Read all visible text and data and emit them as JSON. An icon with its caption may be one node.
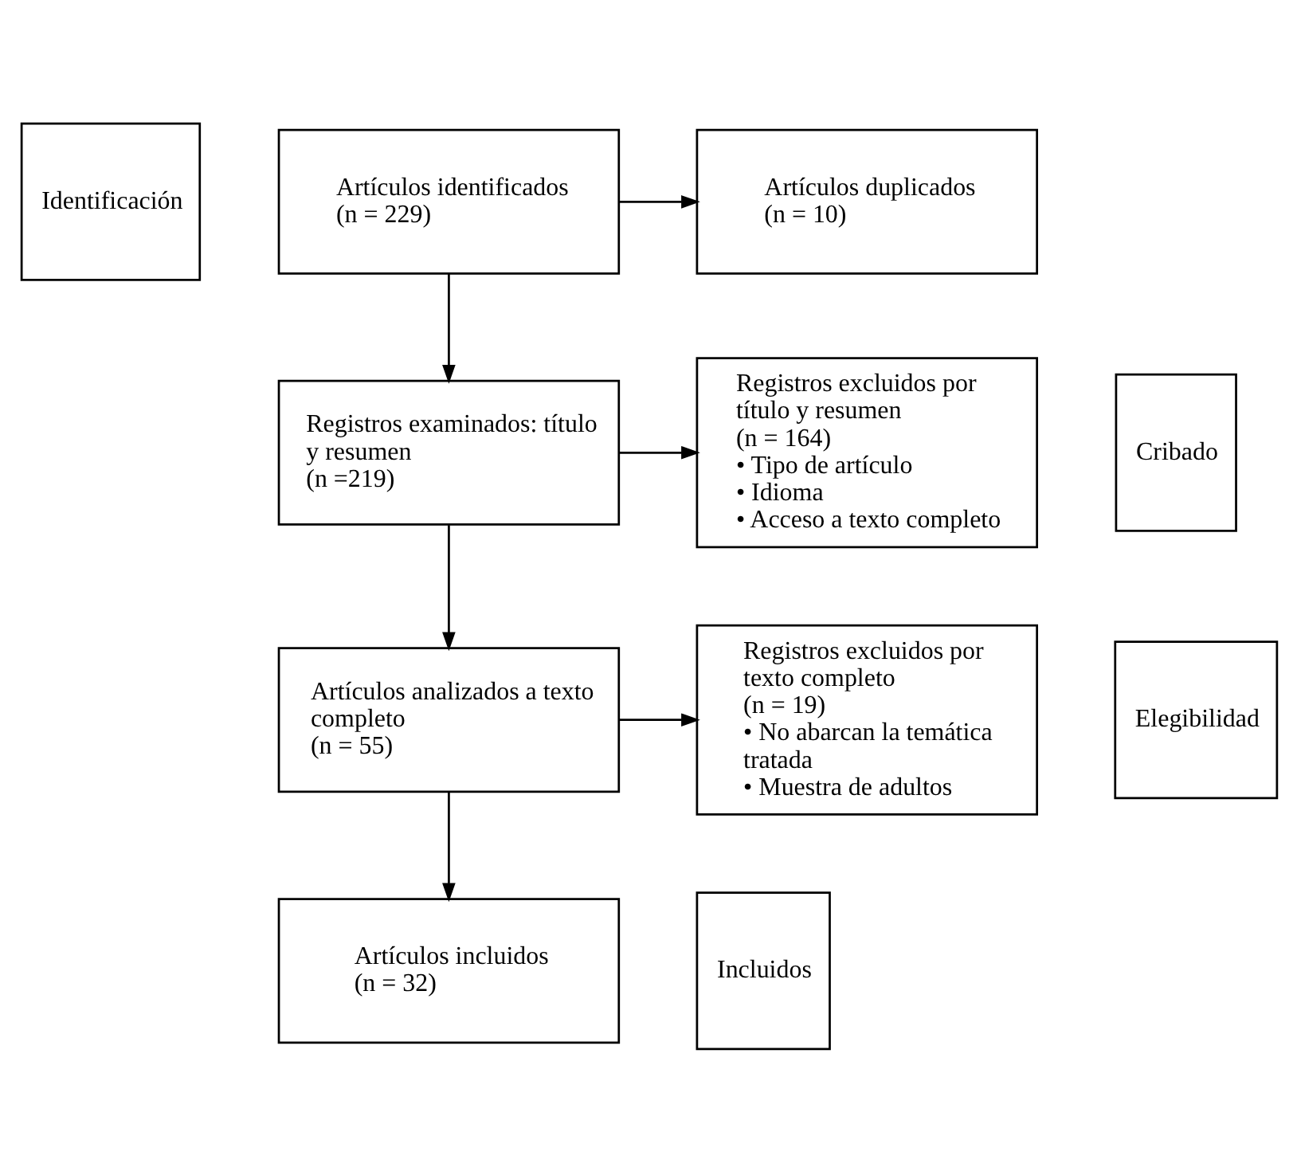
{
  "diagram": {
    "nodes": [
      {
        "text": [
          "Identificación"
        ]
      },
      {
        "text": [
          "Artículos identificados",
          "(n = 229)"
        ]
      },
      {
        "text": [
          "Artículos duplicados",
          "(n = 10)"
        ]
      },
      {
        "text": [
          "Cribado"
        ]
      },
      {
        "text": [
          "Registros examinados: título y resumen",
          "(n =219)"
        ]
      },
      {
        "text": [
          "Registros excluidos por título y resumen",
          "(n = 164)",
          "• Tipo de artículo",
          "• Idioma",
          "• Acceso a texto completo"
        ]
      },
      {
        "text": [
          "Elegibilidad"
        ]
      },
      {
        "text": [
          "Artículos analizados a texto completo",
          "(n = 55)"
        ]
      },
      {
        "text": [
          "Registros excluidos por texto completo",
          "(n = 19)",
          "• No abarcan la temática tratada",
          "• Muestra de adultos"
        ]
      },
      {
        "text": [
          "Incluidos"
        ]
      },
      {
        "text": [
          "Artículos incluidos",
          "(n = 32)"
        ]
      }
    ],
    "edges": [
      {
        "from": 1,
        "to": 2,
        "arrow": "to"
      },
      {
        "from": 1,
        "to": 4,
        "arrow": "to"
      },
      {
        "from": 4,
        "to": 5,
        "arrow": "to"
      },
      {
        "from": 4,
        "to": 7,
        "arrow": "to"
      },
      {
        "from": 7,
        "to": 8,
        "arrow": "to"
      },
      {
        "from": 7,
        "to": 10,
        "arrow": "to"
      }
    ]
  }
}
